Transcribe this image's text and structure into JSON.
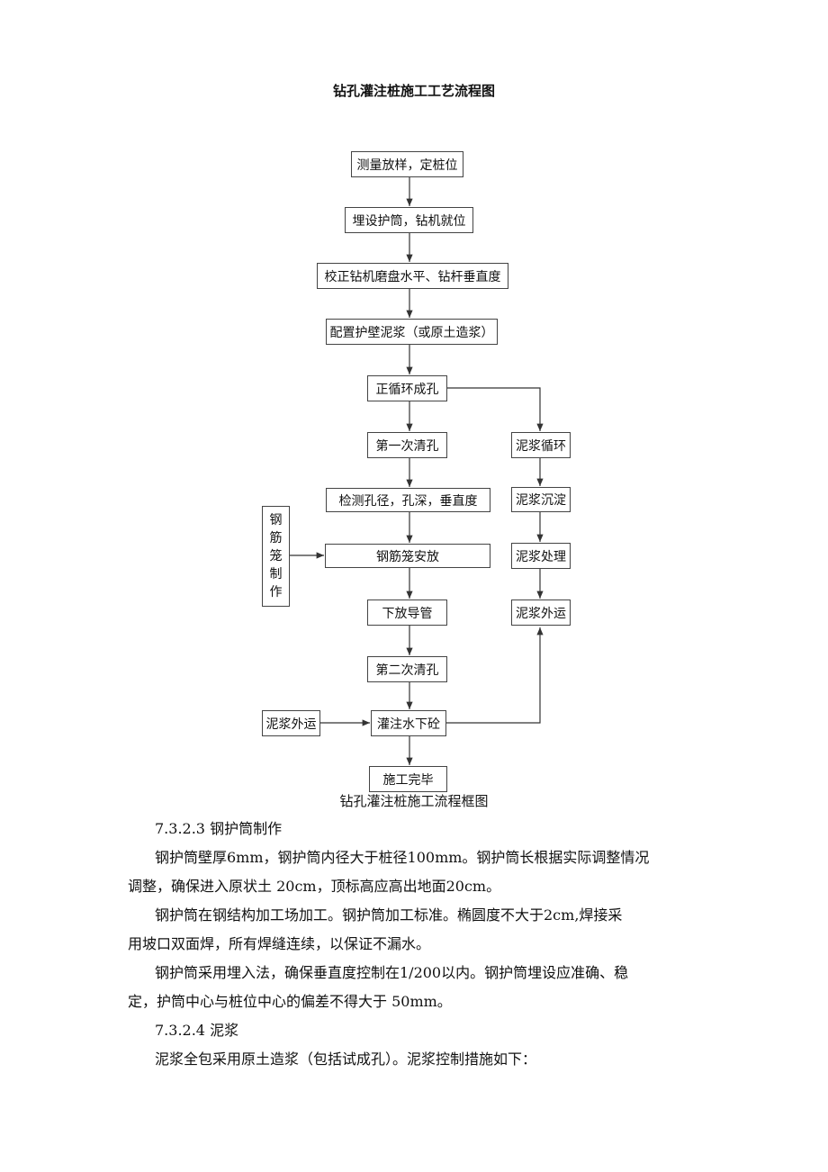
{
  "title": "钻孔灌注桩施工工艺流程图",
  "flow": {
    "main": [
      "测量放样，定桩位",
      "埋设护筒，钻机就位",
      "校正钻机磨盘水平、钻杆垂直度",
      "配置护壁泥浆（或原土造浆）",
      "正循环成孔",
      "第一次清孔",
      "检测孔径，孔深，垂直度",
      "钢筋笼安放",
      "下放导管",
      "第二次清孔",
      "灌注水下砼",
      "施工完毕"
    ],
    "right": [
      "泥浆循环",
      "泥浆沉淀",
      "泥浆处理",
      "泥浆外运"
    ],
    "left_vertical": [
      "钢",
      "筋",
      "笼",
      "制",
      "作"
    ],
    "left_bottom": "泥浆外运"
  },
  "caption": "钻孔灌注桩施工流程框图",
  "sections": [
    {
      "heading": "7.3.2.3 钢护筒制作",
      "paragraphs": [
        [
          "钢护筒壁厚6mm，钢护筒内径大于桩径100mm。钢护筒长根据实际调整情况",
          "调整，确保进入原状土 20cm，顶标高应高出地面20cm。"
        ],
        [
          "钢护筒在钢结构加工场加工。钢护筒加工标准。椭圆度不大于2cm,焊接采",
          "用坡口双面焊，所有焊缝连续，以保证不漏水。"
        ],
        [
          "钢护筒采用埋入法，确保垂直度控制在1/200以内。钢护筒埋设应准确、稳",
          "定，护筒中心与桩位中心的偏差不得大于 50mm。"
        ]
      ]
    },
    {
      "heading": "7.3.2.4 泥浆",
      "paragraphs": [
        [
          "泥浆全包采用原土造浆（包括试成孔）。泥浆控制措施如下："
        ]
      ]
    }
  ]
}
